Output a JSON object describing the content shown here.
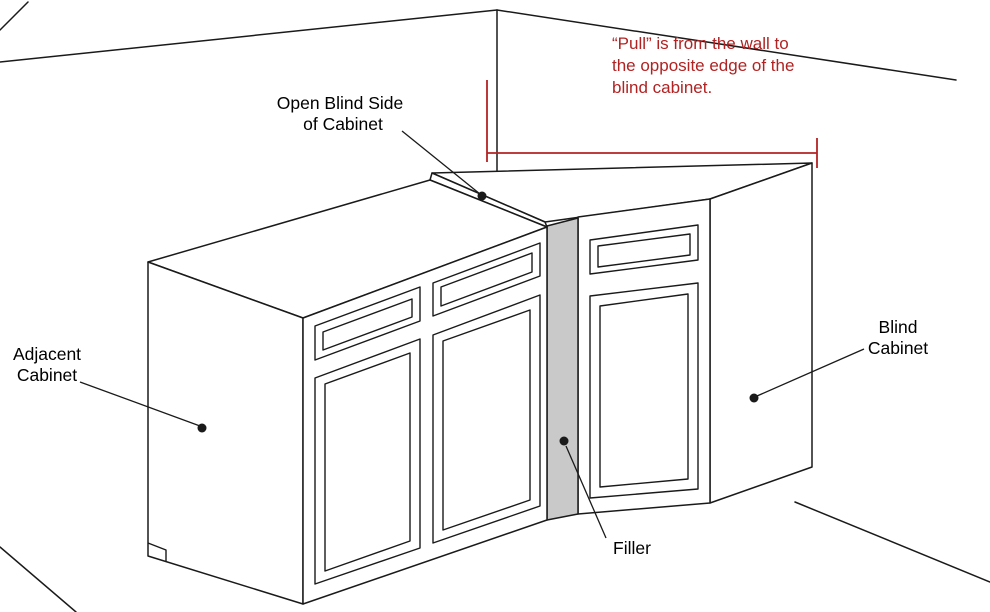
{
  "labels": {
    "open_blind_side": {
      "line1": "Open Blind Side",
      "line2": "of Cabinet"
    },
    "adjacent_cabinet": {
      "line1": "Adjacent",
      "line2": "Cabinet"
    },
    "blind_cabinet": {
      "line1": "Blind",
      "line2": "Cabinet"
    },
    "filler": "Filler"
  },
  "annotation": {
    "pull_note": {
      "line1": "“Pull” is from the wall to",
      "line2": "the opposite edge of the",
      "line3": "blind cabinet."
    },
    "color": "#b22222"
  },
  "colors": {
    "background": "#ffffff",
    "line": "#1a1a1a",
    "filler_fill": "#c9c9c9",
    "label_text": "#000000"
  }
}
